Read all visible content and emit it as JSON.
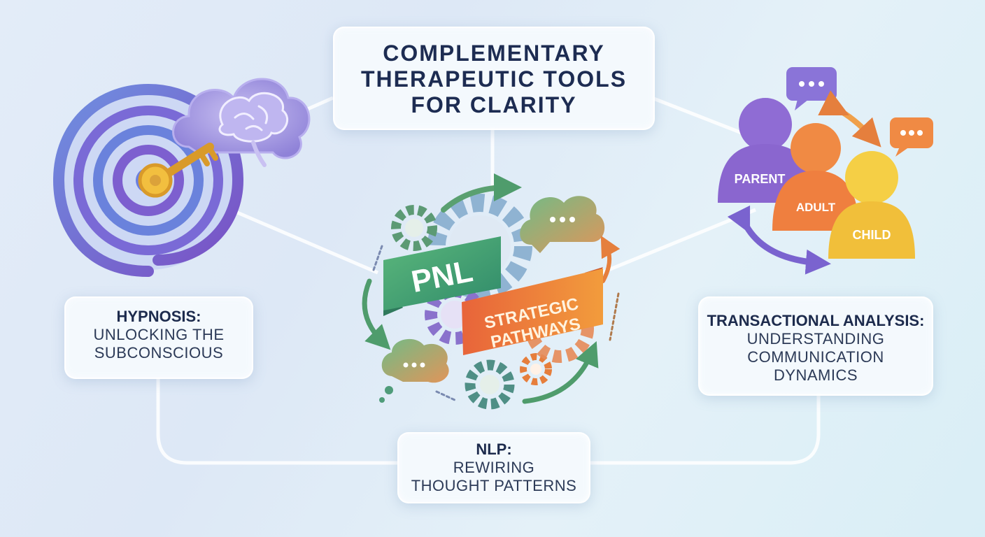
{
  "title": {
    "line1": "COMPLEMENTARY",
    "line2": "THERAPEUTIC TOOLS",
    "line3": "FOR CLARITY"
  },
  "hypnosis": {
    "heading": "HYPNOSIS:",
    "line1": "UNLOCKING THE",
    "line2": "SUBCONSCIOUS"
  },
  "transactional": {
    "heading": "TRANSACTIONAL ANALYSIS:",
    "line1": "UNDERSTANDING",
    "line2": "COMMUNICATION",
    "line3": "DYNAMICS",
    "roles": {
      "parent": "PARENT",
      "adult": "ADULT",
      "child": "CHILD"
    }
  },
  "nlp": {
    "heading": "NLP:",
    "line1": "REWIRING",
    "line2": "THOUGHT PATTERNS",
    "banner": "PNL",
    "ribbon_line1": "STRATEGIC",
    "ribbon_line2": "PATHWAYS"
  },
  "icons": [
    "spiral-target-icon",
    "key-icon",
    "brain-cloud-icon",
    "gear-icon",
    "speech-bubble-icon",
    "arrow-icon",
    "person-icon"
  ],
  "colors": {
    "purple": "#7c62c9",
    "orange": "#ef8a3a",
    "yellow": "#f2c53d",
    "green": "#4a9a6a",
    "teal": "#3f8a8e",
    "gear_blue": "#8fb3d2",
    "title_text": "#1d2c52"
  }
}
